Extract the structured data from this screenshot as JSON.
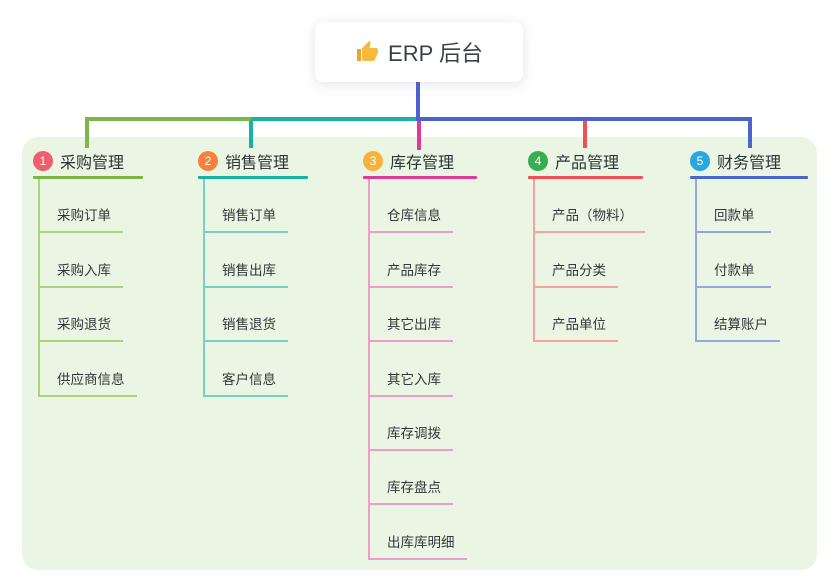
{
  "root": {
    "label": "ERP 后台",
    "icon": "thumbs-up-icon",
    "icon_color": "#f5b940"
  },
  "colors": {
    "page_bg": "#ffffff",
    "panel_bg": "#eaf6e3",
    "root_line": "#4c63cf",
    "root_text": "#39414a",
    "node_text": "#32373c"
  },
  "branches": [
    {
      "badge": "1",
      "label": "采购管理",
      "color": "#7bb747",
      "light_color": "#abd37f",
      "badge_color": "#ee5f6d",
      "children": [
        "采购订单",
        "采购入库",
        "采购退货",
        "供应商信息"
      ]
    },
    {
      "badge": "2",
      "label": "销售管理",
      "color": "#17b2a4",
      "light_color": "#79cfc4",
      "badge_color": "#f6813c",
      "children": [
        "销售订单",
        "销售出库",
        "销售退货",
        "客户信息"
      ]
    },
    {
      "badge": "3",
      "label": "库存管理",
      "color": "#e03a98",
      "light_color": "#f09cca",
      "badge_color": "#f7b23c",
      "children": [
        "仓库信息",
        "产品库存",
        "其它出库",
        "其它入库",
        "库存调拨",
        "库存盘点",
        "出库库明细"
      ]
    },
    {
      "badge": "4",
      "label": "产品管理",
      "color": "#f0504f",
      "light_color": "#f5a2a0",
      "badge_color": "#38ad52",
      "children": [
        "产品（物料）",
        "产品分类",
        "产品单位"
      ]
    },
    {
      "badge": "5",
      "label": "财务管理",
      "color": "#4a66cc",
      "light_color": "#94a7de",
      "badge_color": "#29a8df",
      "children": [
        "回款单",
        "付款单",
        "结算账户"
      ]
    }
  ]
}
